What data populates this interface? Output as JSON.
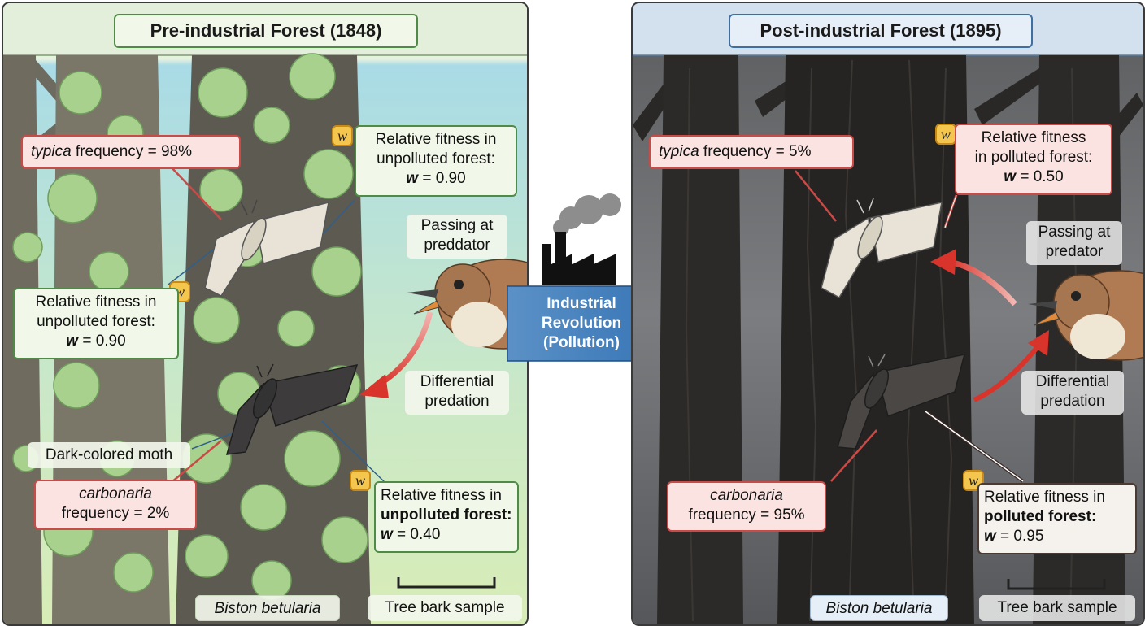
{
  "left": {
    "title": "Pre-industrial Forest (1848)",
    "typica": {
      "name": "typica",
      "text": " frequency = 98%"
    },
    "fitness_top": {
      "line1": "Relative fitness in",
      "line2": "unpolluted forest:",
      "symbol": "w",
      "value": " = 0.90"
    },
    "fitness_mid": {
      "line1": "Relative fitness in",
      "line2": "unpolluted forest:",
      "symbol": "w",
      "value": " = 0.90"
    },
    "predator": {
      "line1": "Passing at",
      "line2": "preddator"
    },
    "differential": {
      "line1": "Differential",
      "line2": "predation"
    },
    "dark_moth": "Dark-colored moth",
    "carbonaria": {
      "name": "carbonaria",
      "text": "frequency = 2%"
    },
    "fitness_bottom": {
      "line1": "Relative fitness in",
      "line2": "unpolluted forest:",
      "symbol": "w",
      "value": " = 0.40"
    },
    "species": "Biston betularia",
    "bark": "Tree bark sample"
  },
  "center": {
    "line1": "Industrial",
    "line2": "Revolution",
    "line3": "(Pollution)"
  },
  "right": {
    "title": "Post-industrial Forest (1895)",
    "typica": {
      "name": "typica",
      "text": " frequency = 5%"
    },
    "fitness_top": {
      "line1": "Relative fitness",
      "line2": "in polluted forest:",
      "symbol": "w",
      "value": " = 0.50"
    },
    "predator": {
      "line1": "Passing at",
      "line2": "predator"
    },
    "differential": {
      "line1": "Differential",
      "line2": "predation"
    },
    "carbonaria": {
      "name": "carbonaria",
      "text": "frequency = 95%"
    },
    "fitness_bottom": {
      "line1": "Relative fitness in",
      "line2": "polluted forest:",
      "symbol": "w",
      "value": " = 0.95"
    },
    "species": "Biston betularia",
    "bark": "Tree bark sample"
  },
  "badge_letter": "w",
  "colors": {
    "pre_sky": "#bfe3ec",
    "post_sky": "#6e7072",
    "lichen": "#a9d18e",
    "sooty_bark": "#2b2926",
    "arrow_blue": "#2f6fb3",
    "predation_arrow": "#d9342b"
  }
}
